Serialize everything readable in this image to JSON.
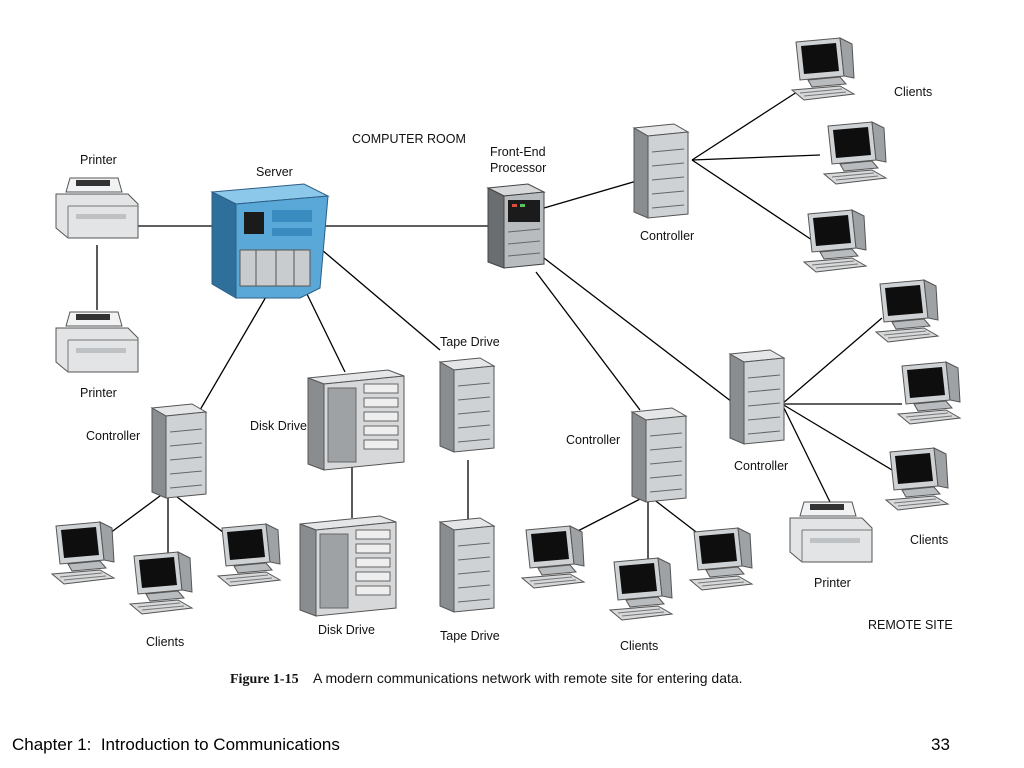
{
  "labels": {
    "computer_room": "COMPUTER ROOM",
    "remote_site": "REMOTE SITE",
    "server": "Server",
    "front_end_line1": "Front-End",
    "front_end_line2": "Processor",
    "printer": "Printer",
    "controller": "Controller",
    "clients": "Clients",
    "disk_drive": "Disk Drive",
    "tape_drive": "Tape Drive"
  },
  "caption": {
    "figure": "Figure 1-15",
    "text": "A modern communications network with remote site for entering data."
  },
  "footer": {
    "chapter": "Chapter 1:  Introduction to Communications",
    "page": "33"
  },
  "colors": {
    "server": "#5aa8d8",
    "device_light": "#d6d8da",
    "device_dark": "#8a8d90",
    "screen": "#0e0e0e"
  }
}
